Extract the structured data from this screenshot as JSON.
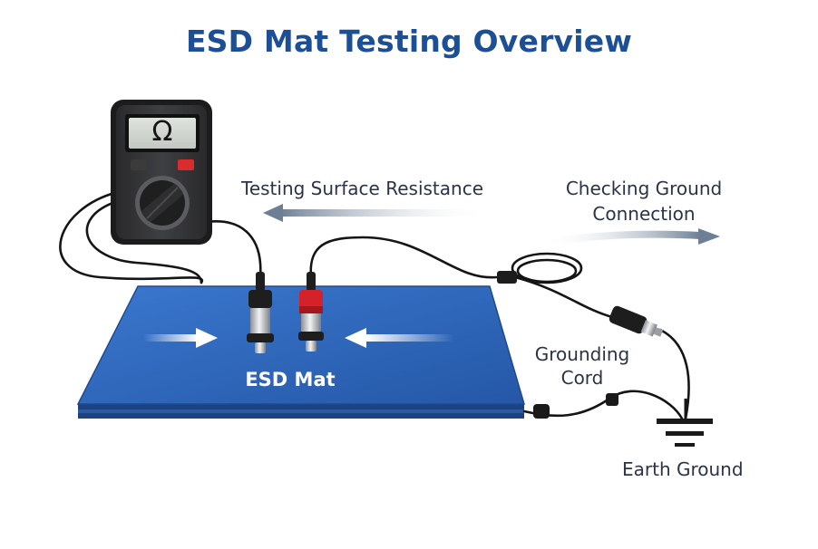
{
  "title": "ESD Mat Testing Overview",
  "meter": {
    "display": "Ω"
  },
  "labels": {
    "surface_resistance": "Testing Surface Resistance",
    "ground_connection": "Checking Ground Connection",
    "mat": "ESD Mat",
    "grounding_cord": "Grounding Cord",
    "earth_ground": "Earth Ground"
  },
  "colors": {
    "title": "#1d4f96",
    "mat_top": "#2f68bf",
    "mat_edge": "#1f4a8e",
    "probe_black": "#1e1e1e",
    "probe_red": "#d5222a",
    "arrow": "#7e8fa3"
  },
  "icons": [
    "multimeter-icon",
    "probe-icon",
    "ground-symbol-icon",
    "arrow-icon"
  ]
}
